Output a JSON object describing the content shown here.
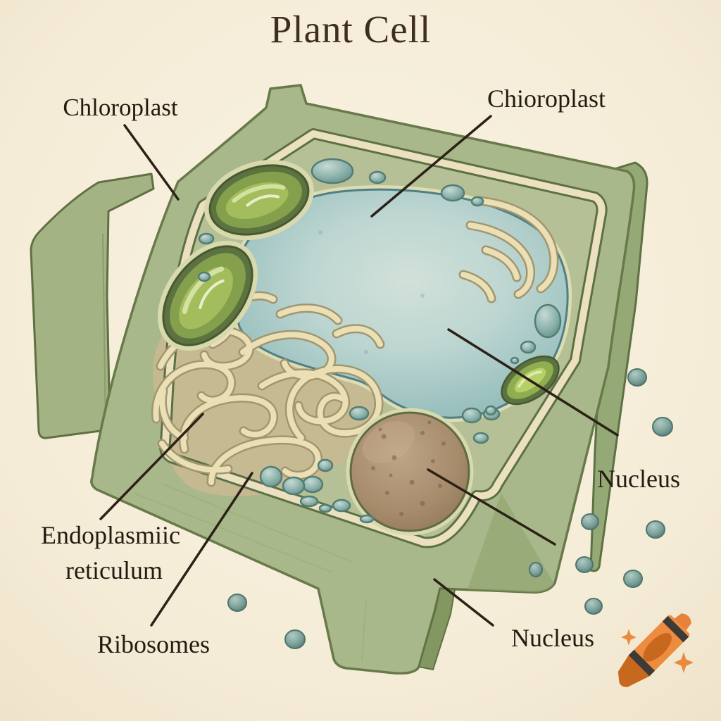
{
  "title": "Plant Cell",
  "labels": {
    "chloroplast": "Chloroplast",
    "chioroplast": "Chioroplast",
    "nucleus_right": "Nucleus",
    "er_line1": "Endoplasmiic",
    "er_line2": "reticulum",
    "ribosomes": "Ribosomes",
    "nucleus_bottom": "Nucleus"
  },
  "diagram": {
    "subject": "plant cell cross-section illustration",
    "organelles": [
      "cell-wall",
      "cytoplasm",
      "central-vacuole",
      "chloroplast",
      "endoplasmic-reticulum",
      "ribosome-vesicles",
      "nucleus"
    ]
  },
  "colors": {
    "background": "#f6eedb",
    "cell_wall": "#a9b88a",
    "wall_outline": "#68794a",
    "inner_lining_cream": "#ebe1c1",
    "cytoplasm": "#b6c096",
    "vacuole_blue": "#a5c8c6",
    "vacuole_edge": "#4f7f87",
    "chloroplast_green": "#85a04c",
    "er_tan": "#c6b991",
    "er_cream": "#ebdfb6",
    "nucleus_brown": "#a08667",
    "vesicle_teal": "#8fb5ae",
    "label_text": "#231b10",
    "title_text": "#3f2d1e",
    "leader_line": "#2b2117",
    "crayon_orange": "#ed8c3f"
  },
  "watermark": {
    "icon": "crayon-icon",
    "sparkle_count": 2
  }
}
